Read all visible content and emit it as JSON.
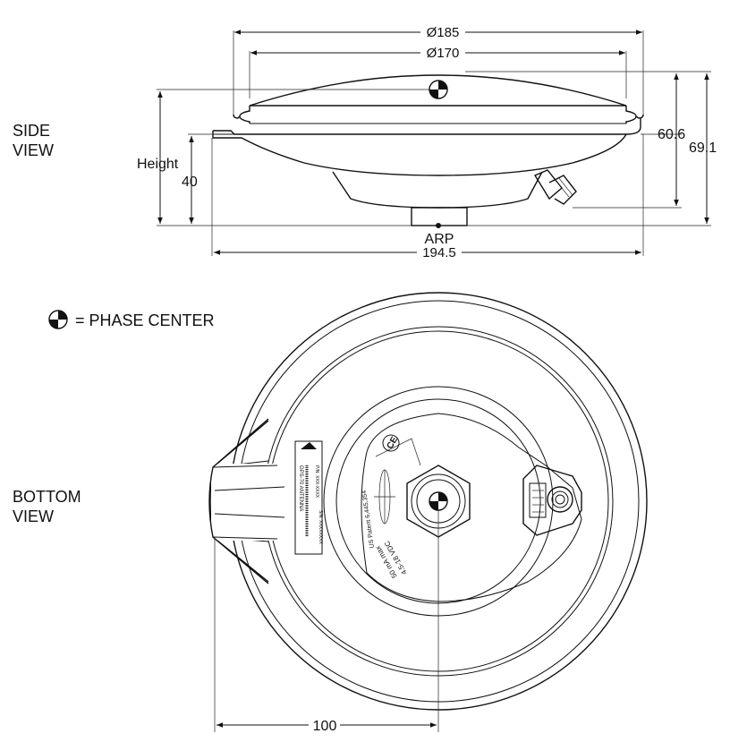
{
  "views": {
    "side": "SIDE\nVIEW",
    "side_line1": "SIDE",
    "side_line2": "VIEW",
    "bottom_line1": "BOTTOM",
    "bottom_line2": "VIEW"
  },
  "legend": {
    "text": "= PHASE CENTER",
    "icon": "phase-center-symbol"
  },
  "dimensions": {
    "outer_diameter": "Ø185",
    "inner_diameter": "Ø170",
    "height_label": "Height",
    "height_value": "40",
    "height_606": "60.6",
    "height_691": "69.1",
    "width": "194.5",
    "arp": "ARP",
    "bottom_offset": "100"
  },
  "label_plate": {
    "line1": "GPS-70 ANTENNA",
    "line2": "P/N: XXX-XXXX",
    "line3": "S/N: XXXXXXXX"
  },
  "connector_marking": {
    "line1": "4.5-18 VDC",
    "line2": "50 mA max",
    "line3": "US Patent 6,445,354"
  }
}
